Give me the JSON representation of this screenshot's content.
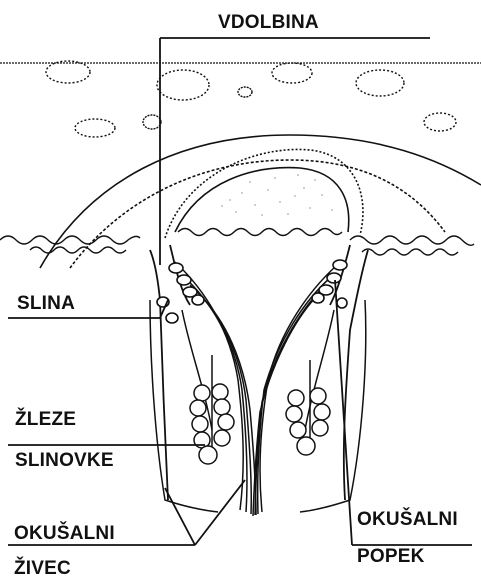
{
  "labels": {
    "vdolbina": "VDOLBINA",
    "slina": "SLINA",
    "zleze_line1": "ŽLEZE",
    "zleze_line2": "SLINOVKE",
    "okusalni_zivec_line1": "OKUŠALNI",
    "okusalni_zivec_line2": "ŽIVEC",
    "okusalni_popek_line1": "OKUŠALNI",
    "okusalni_popek_line2": "POPEK"
  },
  "colors": {
    "ink": "#111111",
    "background": "#ffffff"
  }
}
